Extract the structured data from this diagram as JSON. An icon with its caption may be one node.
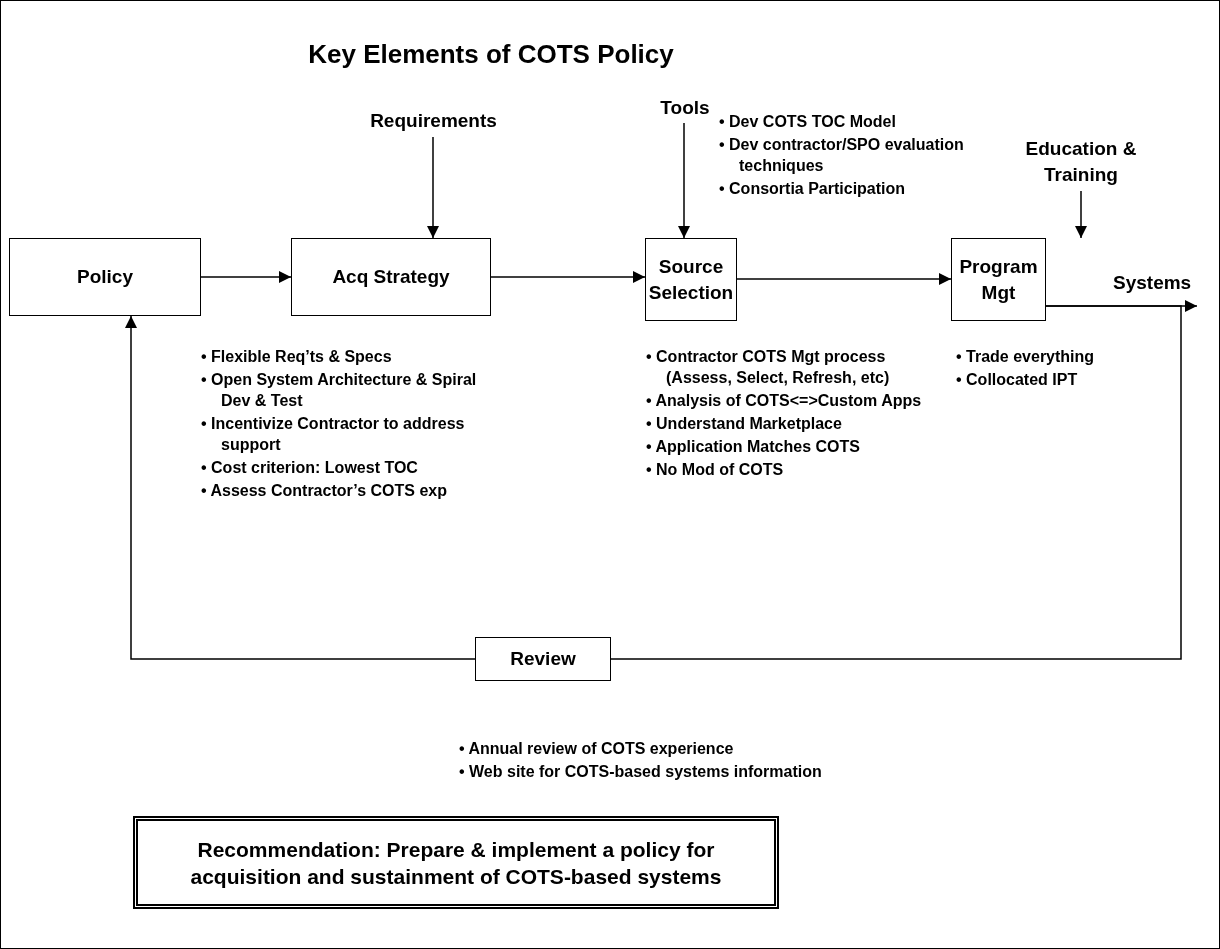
{
  "diagram": {
    "title": "Key Elements of COTS Policy",
    "nodes": [
      {
        "text": [
          "Requirements"
        ]
      },
      {
        "text": [
          "Tools"
        ],
        "beside": [
          "• Dev COTS TOC Model",
          "• Dev contractor/SPO evaluation techniques",
          "• Consortia Participation"
        ]
      },
      {
        "text": [
          "Education & Training"
        ]
      },
      {
        "text": [
          "Policy"
        ]
      },
      {
        "text": [
          "Acq Strategy"
        ],
        "beside": [
          "• Flexible Req’ts & Specs",
          "• Open System Architecture & Spiral Dev & Test",
          "• Incentivize Contractor to address support",
          "• Cost criterion: Lowest TOC",
          "• Assess Contractor’s COTS exp"
        ]
      },
      {
        "text": [
          "Source Selection"
        ],
        "beside": [
          "• Contractor COTS Mgt process (Assess, Select, Refresh, etc)",
          "• Analysis of COTS<=>Custom Apps",
          "• Understand Marketplace",
          "• Application Matches COTS",
          "• No Mod of COTS"
        ]
      },
      {
        "text": [
          "Program Mgt"
        ],
        "beside": [
          "• Trade everything",
          "• Collocated IPT"
        ]
      },
      {
        "text": [
          "Review"
        ],
        "beside": [
          "• Annual review of COTS experience",
          "• Web site for COTS-based systems information"
        ]
      },
      {
        "text": [
          "Recommendation: Prepare & implement a policy for acquisition and sustainment of COTS-based systems"
        ]
      }
    ],
    "edges": [
      {
        "from": 3,
        "to": 4,
        "arrow": "to"
      },
      {
        "from": 4,
        "to": 5,
        "arrow": "to"
      },
      {
        "from": 5,
        "to": 6,
        "arrow": "to"
      },
      {
        "from": 6,
        "to": null,
        "arrow": "to",
        "label": "Systems"
      },
      {
        "from": 0,
        "to": 4,
        "arrow": "to"
      },
      {
        "from": 1,
        "to": 5,
        "arrow": "to"
      },
      {
        "from": 2,
        "to": 6,
        "arrow": "to"
      },
      {
        "from": 6,
        "to": 7,
        "arrow": "none"
      },
      {
        "from": 7,
        "to": 3,
        "arrow": "to"
      }
    ]
  }
}
